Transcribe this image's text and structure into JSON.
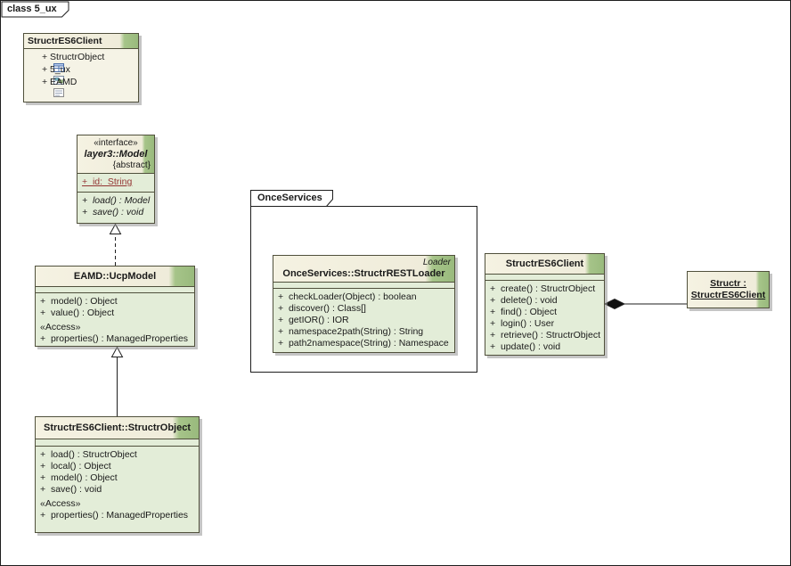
{
  "frame": {
    "label": "class 5_ux"
  },
  "colors": {
    "header_cream": "#f5f2e2",
    "compartment_green": "#e3edd8",
    "accent_green": "#99ba7d",
    "attribute_red": "#943634",
    "shadow_gray": "#969696"
  },
  "package_box": {
    "title": "StructrES6Client",
    "items": [
      {
        "label": "+ StructrObject"
      },
      {
        "label": "+ 5_ux"
      },
      {
        "label": "+ EAMD"
      }
    ]
  },
  "model_interface": {
    "stereotype": "«interface»",
    "name": "layer3::Model",
    "abstract_tag": "{abstract}",
    "attribute": "+  id:  String",
    "operations": [
      "+  load() : Model",
      "+  save() : void"
    ]
  },
  "ucp_model": {
    "name": "EAMD::UcpModel",
    "operations": [
      "+  model() : Object",
      "+  value() : Object"
    ],
    "access_label": "«Access»",
    "access_operation": "+  properties() : ManagedProperties"
  },
  "structr_object": {
    "name": "StructrES6Client::StructrObject",
    "operations": [
      "+  load() : StructrObject",
      "+  local() : Object",
      "+  model() : Object",
      "+  save() : void"
    ],
    "access_label": "«Access»",
    "access_operation": "+  properties() : ManagedProperties"
  },
  "once_services": {
    "label": "OnceServices",
    "loader": {
      "stereotype": "Loader",
      "name": "OnceServices::StructrRESTLoader",
      "operations": [
        "+  checkLoader(Object) : boolean",
        "+  discover() : Class[]",
        "+  getIOR() : IOR",
        "+  namespace2path(String) : String",
        "+  path2namespace(String) : Namespace"
      ]
    }
  },
  "es6_client": {
    "name": "StructrES6Client",
    "operations": [
      "+  create() : StructrObject",
      "+  delete() : void",
      "+  find() : Object",
      "+  login() : User",
      "+  retrieve() : StructrObject",
      "+  update() : void"
    ]
  },
  "structr_instance": {
    "name_line1": "Structr :",
    "name_line2": "StructrES6Client"
  }
}
